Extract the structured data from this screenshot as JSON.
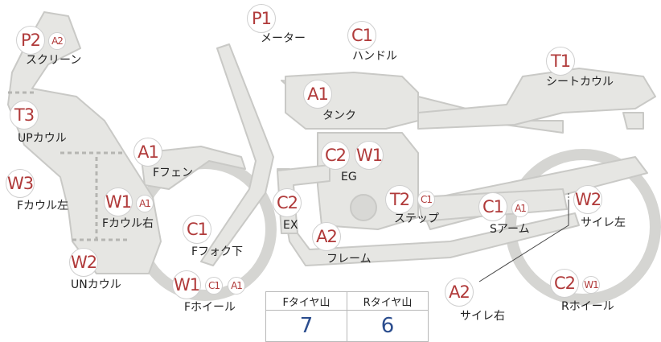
{
  "parts": {
    "screen": "スクリーン",
    "meter": "メーター",
    "handle": "ハンドル",
    "seat_cowl": "シートカウル",
    "tank": "タンク",
    "up_cowl": "UPカウル",
    "f_fender": "Fフェン",
    "eg": "EG",
    "f_cowl_left": "Fカウル左",
    "f_cowl_right": "Fカウル右",
    "ex": "EX",
    "step": "ステップ",
    "s_arm": "Sアーム",
    "silencer_left": "サイレ左",
    "f_fork_lower": "Fフォク下",
    "frame": "フレーム",
    "un_cowl": "UNカウル",
    "f_wheel": "Fホイール",
    "silencer_right": "サイレ右",
    "r_wheel": "Rホイール"
  },
  "badges": {
    "p2": "P2",
    "a2_screen": "A2",
    "p1": "P1",
    "c1_handle": "C1",
    "t1": "T1",
    "a1_tank": "A1",
    "t3": "T3",
    "a1_fender": "A1",
    "c2_eg": "C2",
    "w1_eg": "W1",
    "w3": "W3",
    "w1_fcowl": "W1",
    "a1_fcowl": "A1",
    "c2_ex": "C2",
    "t2": "T2",
    "c1_step": "C1",
    "c1_sarm": "C1",
    "a1_sarm": "A1",
    "w2_silencer": "W2",
    "c1_fork": "C1",
    "a2_frame": "A2",
    "w2_uncowl": "W2",
    "w1_wheel": "W1",
    "c1_wheel": "C1",
    "a1_wheel": "A1",
    "a2_silencer": "A2",
    "c2_rwheel": "C2",
    "w1_rwheel": "W1"
  },
  "tyre_table": {
    "front_header": "Fタイヤ山",
    "rear_header": "Rタイヤ山",
    "front_value": "7",
    "rear_value": "6"
  },
  "colors": {
    "body_fill": "#e6e6e3",
    "outline": "#c9c9c6",
    "badge_text": "#b03a3a",
    "value_text": "#2b4d8e"
  }
}
